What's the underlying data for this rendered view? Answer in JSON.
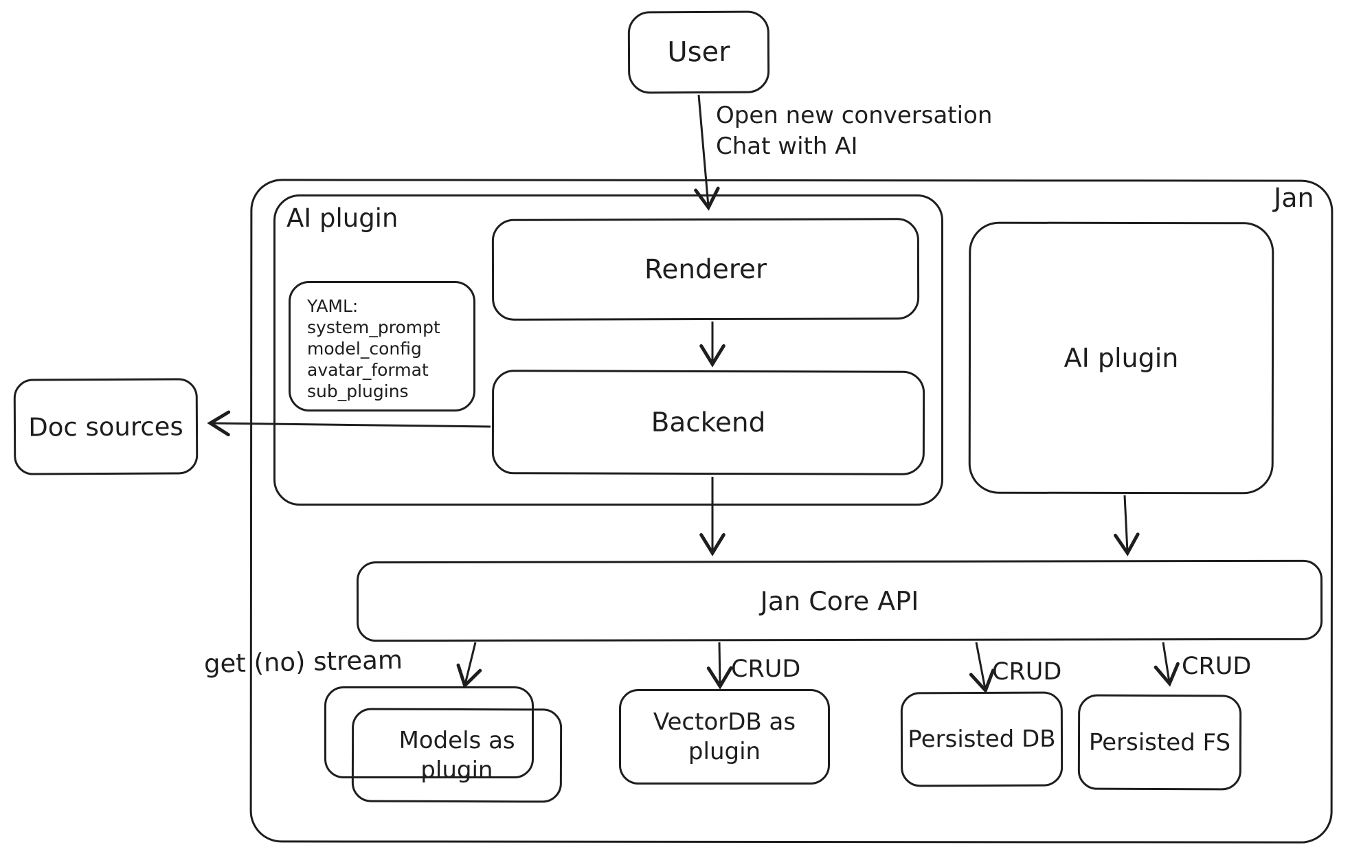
{
  "diagram": {
    "container_label": "Jan",
    "nodes": {
      "user": "User",
      "inner_plugin_label": "AI plugin",
      "renderer": "Renderer",
      "backend": "Backend",
      "yaml_note": {
        "title": "YAML:",
        "lines": [
          "system_prompt",
          "model_config",
          "avatar_format",
          "sub_plugins"
        ]
      },
      "right_plugin": "AI plugin",
      "doc_sources": "Doc sources",
      "jan_core_api": "Jan Core API",
      "models_as_plugin": "Models as plugin",
      "vectordb_as_plugin": "VectorDB as plugin",
      "persisted_db": "Persisted DB",
      "persisted_fs": "Persisted FS"
    },
    "edge_labels": {
      "open_conversation_line1": "Open new conversation",
      "open_conversation_line2": "Chat with AI",
      "get_no_stream": "get (no) stream",
      "crud_vectordb": "CRUD",
      "crud_persisted_db": "CRUD",
      "crud_persisted_fs": "CRUD"
    },
    "stroke_color": "#1e1e1e",
    "background_color": "#ffffff"
  }
}
